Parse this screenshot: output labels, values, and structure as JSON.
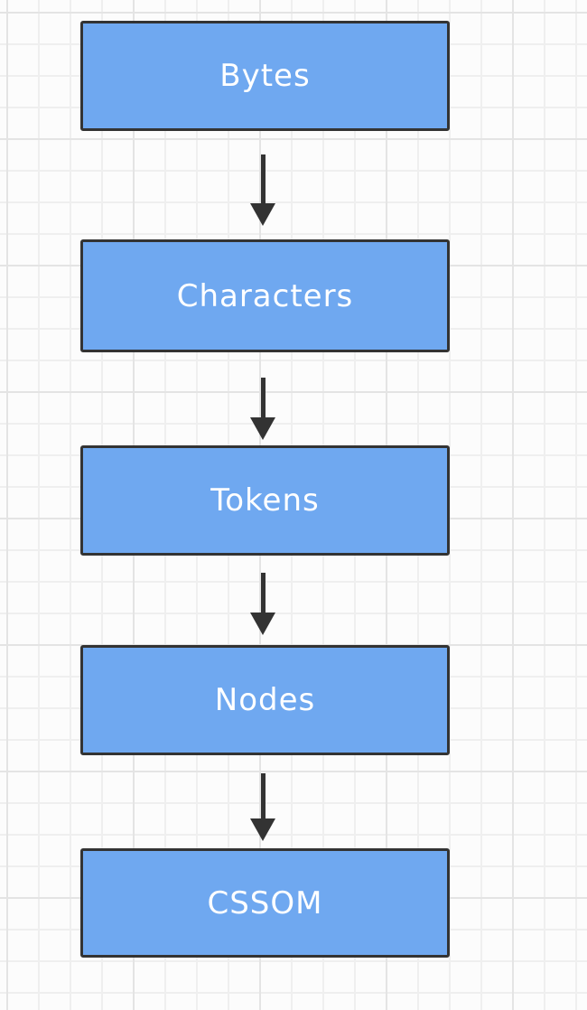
{
  "diagram": {
    "type": "flowchart",
    "direction": "top-down",
    "nodes": [
      {
        "id": "bytes",
        "label": "Bytes"
      },
      {
        "id": "characters",
        "label": "Characters"
      },
      {
        "id": "tokens",
        "label": "Tokens"
      },
      {
        "id": "nodes",
        "label": "Nodes"
      },
      {
        "id": "cssom",
        "label": "CSSOM"
      }
    ],
    "edges": [
      {
        "from": "bytes",
        "to": "characters"
      },
      {
        "from": "characters",
        "to": "tokens"
      },
      {
        "from": "tokens",
        "to": "nodes"
      },
      {
        "from": "nodes",
        "to": "cssom"
      }
    ],
    "colors": {
      "background": "#fcfcfc",
      "grid_line_minor": "#efefef",
      "grid_line_major": "#e4e4e4",
      "node_fill": "#6fa8f0",
      "node_border": "#333333",
      "node_text": "#ffffff",
      "arrow": "#333333"
    }
  }
}
